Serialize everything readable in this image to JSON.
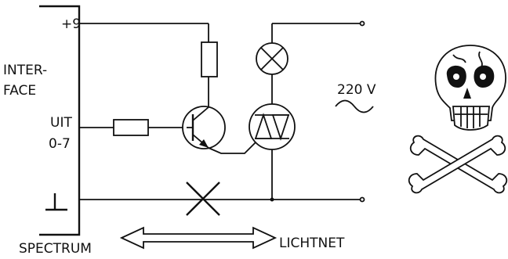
{
  "interface": {
    "plus9": "+9",
    "name_line1": "INTER-",
    "name_line2": "FACE",
    "out_line1": "UIT",
    "out_line2": "0-7"
  },
  "mains": {
    "voltage": "220 V"
  },
  "bottom": {
    "left": "SPECTRUM",
    "right": "LICHTNET"
  },
  "icons": [
    "ground-symbol",
    "resistor",
    "npn-transistor",
    "lamp",
    "triac",
    "isolation-cross",
    "double-arrow",
    "ac-wave",
    "skull-and-crossbones"
  ]
}
